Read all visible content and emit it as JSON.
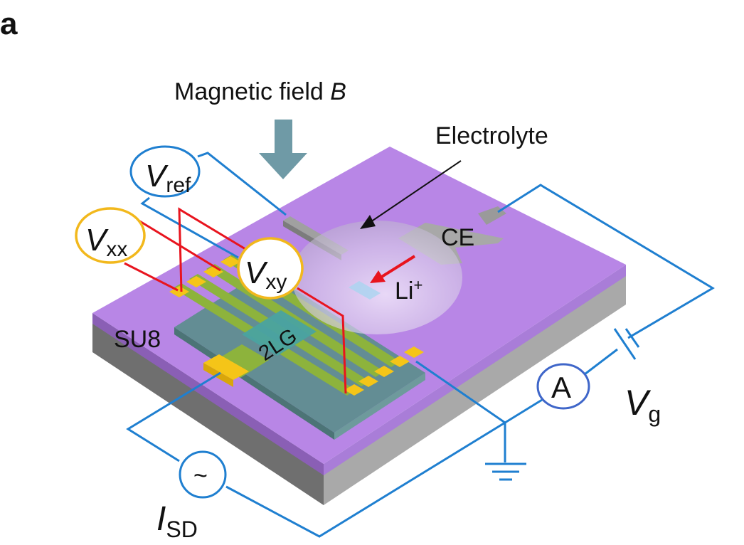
{
  "panel_label": "a",
  "labels": {
    "magnetic_field_text": "Magnetic field ",
    "magnetic_field_symbol": "B",
    "electrolyte": "Electrolyte",
    "counter_electrode": "CE",
    "lithium_ion": "Li",
    "lithium_ion_charge": "+",
    "su8": "SU8",
    "bilayer_graphene": "2LG",
    "v_ref_main": "V",
    "v_ref_sub": "ref",
    "v_xx_main": "V",
    "v_xx_sub": "xx",
    "v_xy_main": "V",
    "v_xy_sub": "xy",
    "ammeter": "A",
    "gate_voltage_main": "V",
    "gate_voltage_sub": "g",
    "ac_source_symbol": "~",
    "source_drain_main": "I",
    "source_drain_sub": "SD"
  },
  "colors": {
    "substrate_top": "#b886e6",
    "substrate_side_light": "#a9a9a9",
    "substrate_side_dark": "#6f6f6f",
    "substrate_purple_edge_right": "#a97dd8",
    "substrate_purple_edge_left": "#8a5fb5",
    "su8": "#5e8d8f",
    "graphene": "#4aa3a0",
    "electrode_green": "#8db33c",
    "contact_gold": "#f5c518",
    "wire_blue": "#1f7fd0",
    "wire_red": "#e8141e",
    "meter_gold": "#f2b81c",
    "field_arrow": "#6f9aa6",
    "electrolyte_drop": "#d8cdea"
  }
}
